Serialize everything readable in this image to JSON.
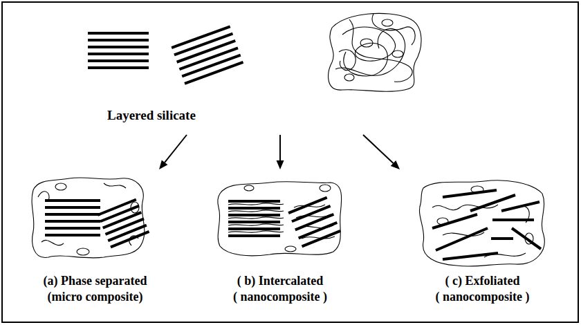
{
  "diagram": {
    "nodes": [
      {
        "text": [
          "Layered silicate"
        ]
      },
      {
        "text": [
          "(a)   Phase separated",
          "(micro composite)"
        ]
      },
      {
        "text": [
          "( b) Intercalated",
          "( nanocomposite )"
        ]
      },
      {
        "text": [
          "( c) Exfoliated",
          "( nanocomposite )"
        ]
      }
    ],
    "edges": [
      {
        "from": 0,
        "to": 1,
        "arrow": "to"
      },
      {
        "from": 0,
        "to": 2,
        "arrow": "to"
      },
      {
        "from": 0,
        "to": 3,
        "arrow": "to"
      }
    ]
  }
}
